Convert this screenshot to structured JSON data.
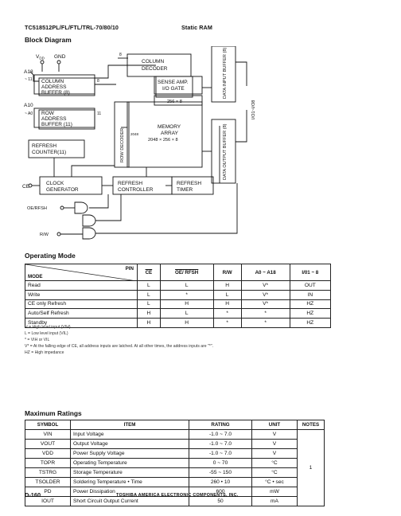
{
  "header": {
    "part_number": "TC518512PL/FL/FTL/TRL-70/80/10",
    "product_type": "Static RAM"
  },
  "block_diagram": {
    "title": "Block Diagram",
    "vdd": "V",
    "vdd_sub": "DD",
    "gnd": "GND",
    "a18": "A18",
    "a11": "~ 11",
    "a10": "A10",
    "a0": "~ A0",
    "col_addr_buffer": [
      "COLUMN",
      "ADDRESS",
      "BUFFER (8)"
    ],
    "row_addr_buffer": [
      "ROW",
      "ADDRESS",
      "BUFFER (11)"
    ],
    "refresh_counter": [
      "REFRESH",
      "COUNTER(11)"
    ],
    "column_decoder": [
      "COLUMN",
      "DECODER"
    ],
    "sense_amp": [
      "SENSE AMP.",
      "I/O GATE"
    ],
    "reg_256x8": "256 × 8",
    "row_decoder": "ROW DECODER",
    "memory_array": [
      "MEMORY",
      "ARRAY",
      "2048 × 256 × 8"
    ],
    "label_2048": "2048",
    "data_input_buffer": "DATA INPUT BUFFER (8)",
    "data_output_buffer": "DATA OUTPUT BUFFER (8)",
    "io_label": "I/O1~I/O8",
    "clock_generator": [
      "CLOCK",
      "GENERATOR"
    ],
    "refresh_controller": [
      "REFRESH",
      "CONTROLLER"
    ],
    "refresh_timer": [
      "REFRESH",
      "TIMER"
    ],
    "ce_pin": "CE",
    "oe_rfsh_pin": "OE/RFSH",
    "rw_pin": "R/W",
    "bus_8": "8",
    "bus_11": "11"
  },
  "operating_mode": {
    "title": "Operating Mode",
    "corner_pin": "PIN",
    "corner_mode": "MODE",
    "columns": [
      "CE",
      "OE/ RFSH",
      "R/W",
      "A0 ~ A18",
      "I/01 ~ 8"
    ],
    "rows": [
      {
        "mode": "Read",
        "values": [
          "L",
          "L",
          "H",
          "V*",
          "OUT"
        ]
      },
      {
        "mode": "Write",
        "values": [
          "L",
          "*",
          "L",
          "V*",
          "IN"
        ]
      },
      {
        "mode": "CE only Refresh",
        "values": [
          "L",
          "H",
          "H",
          "V*",
          "HZ"
        ]
      },
      {
        "mode": "Auto/Self Refresh",
        "values": [
          "H",
          "L",
          "*",
          "*",
          "HZ"
        ]
      },
      {
        "mode": "Standby",
        "values": [
          "H",
          "H",
          "*",
          "*",
          "HZ"
        ]
      }
    ],
    "notes": [
      "H   = High level input (VIH)",
      "L   = Low level input (VIL)",
      "*   = VIH or VIL",
      "V*  = At the falling edge of CE, all address inputs are latched. At all other times, the address inputs are \"*\".",
      "HZ = High impedance"
    ]
  },
  "max_ratings": {
    "title": "Maximum Ratings",
    "columns": [
      "SYMBOL",
      "ITEM",
      "RATING",
      "UNIT",
      "NOTES"
    ],
    "rows": [
      {
        "symbol": "VIN",
        "item": "Input Voltage",
        "rating": "-1.0 ~ 7.0",
        "unit": "V"
      },
      {
        "symbol": "VOUT",
        "item": "Output Voltage",
        "rating": "-1.0 ~ 7.0",
        "unit": "V"
      },
      {
        "symbol": "VDD",
        "item": "Power Supply Voltage",
        "rating": "-1.0 ~ 7.0",
        "unit": "V"
      },
      {
        "symbol": "TOPR",
        "item": "Operating Temperature",
        "rating": "0 ~ 70",
        "unit": "°C"
      },
      {
        "symbol": "TSTRG",
        "item": "Storage Temperature",
        "rating": "-55 ~ 150",
        "unit": "°C"
      },
      {
        "symbol": "TSOLDER",
        "item": "Soldering Temperature • Time",
        "rating": "260 • 10",
        "unit": "°C • sec"
      },
      {
        "symbol": "PD",
        "item": "Power Dissipation",
        "rating": "600",
        "unit": "mW"
      },
      {
        "symbol": "IOUT",
        "item": "Short Circuit Output Current",
        "rating": "50",
        "unit": "mA"
      }
    ],
    "note_value": "1"
  },
  "footer": {
    "page": "D-160",
    "company": "TOSHIBA AMERICA ELECTRONIC COMPONENTS, INC."
  }
}
